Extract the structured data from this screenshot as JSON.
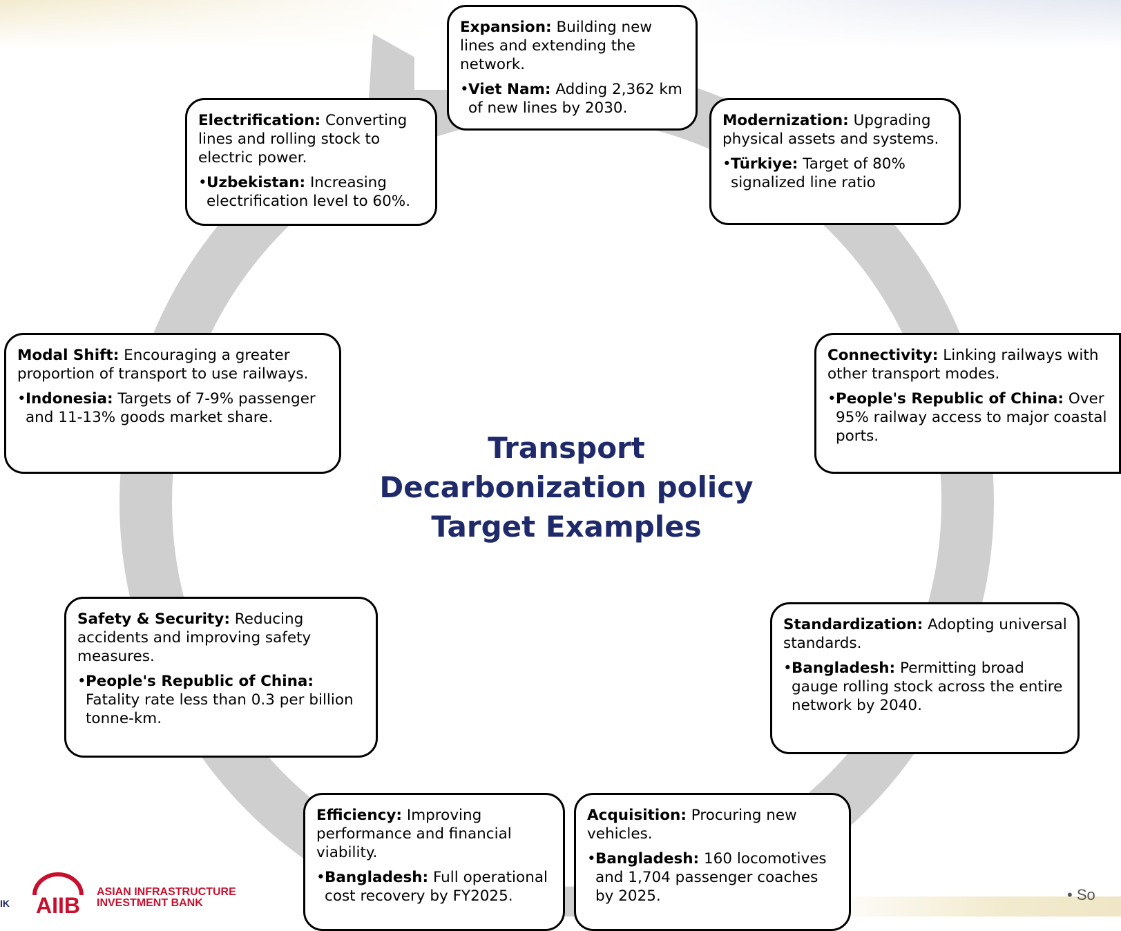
{
  "title": "Transport Decarbonization policy Target Examples",
  "title_lines": [
    "Transport",
    "Decarbonization policy",
    "Target Examples"
  ],
  "colors": {
    "title": "#1f2a6b",
    "cycle_arrow": "#cfcfcf",
    "logo_red": "#c8102e"
  },
  "boxes": [
    {
      "id": "expansion",
      "heading": "Expansion:",
      "desc": " Building new lines and extending the network.",
      "example_label": "Viet Nam:",
      "example_text": " Adding 2,362 km of new lines by 2030."
    },
    {
      "id": "modernization",
      "heading": "Modernization:",
      "desc": " Upgrading physical assets and systems.",
      "example_label": "Türkiye:",
      "example_text": " Target of 80% signalized line ratio"
    },
    {
      "id": "connectivity",
      "heading": "Connectivity:",
      "desc": " Linking railways with other transport modes.",
      "example_label": "People's Republic of China:",
      "example_text": " Over 95% railway access to major coastal ports."
    },
    {
      "id": "standardization",
      "heading": "Standardization:",
      "desc": " Adopting universal standards.",
      "example_label": "Bangladesh:",
      "example_text": " Permitting broad gauge rolling stock across the entire network by 2040."
    },
    {
      "id": "acquisition",
      "heading": "Acquisition:",
      "desc": " Procuring new vehicles.",
      "example_label": "Bangladesh:",
      "example_text": " 160 locomotives and 1,704 passenger coaches by 2025."
    },
    {
      "id": "efficiency",
      "heading": "Efficiency:",
      "desc": " Improving performance and financial viability.",
      "example_label": "Bangladesh:",
      "example_text": " Full operational cost recovery by FY2025."
    },
    {
      "id": "safety",
      "heading": "Safety & Security:",
      "desc": " Reducing accidents and improving safety measures.",
      "example_label": "People's Republic of China:",
      "example_text": " Fatality rate less than 0.3 per billion tonne-km."
    },
    {
      "id": "modal-shift",
      "heading": "Modal Shift:",
      "desc": " Encouraging a greater proportion of transport to use railways.",
      "example_label": "Indonesia:",
      "example_text": " Targets of 7-9% passenger and 11-13% goods market share."
    },
    {
      "id": "electrification",
      "heading": "Electrification:",
      "desc": " Converting lines and rolling stock to electric power.",
      "example_label": "Uzbekistan:",
      "example_text": " Increasing electrification level to 60%."
    }
  ],
  "bullet_char": "•",
  "logo": {
    "mark_text": "AIIB",
    "line1": "ASIAN INFRASTRUCTURE",
    "line2": "INVESTMENT BANK"
  },
  "left_fragment": "IK",
  "right_fragment": "•     So"
}
